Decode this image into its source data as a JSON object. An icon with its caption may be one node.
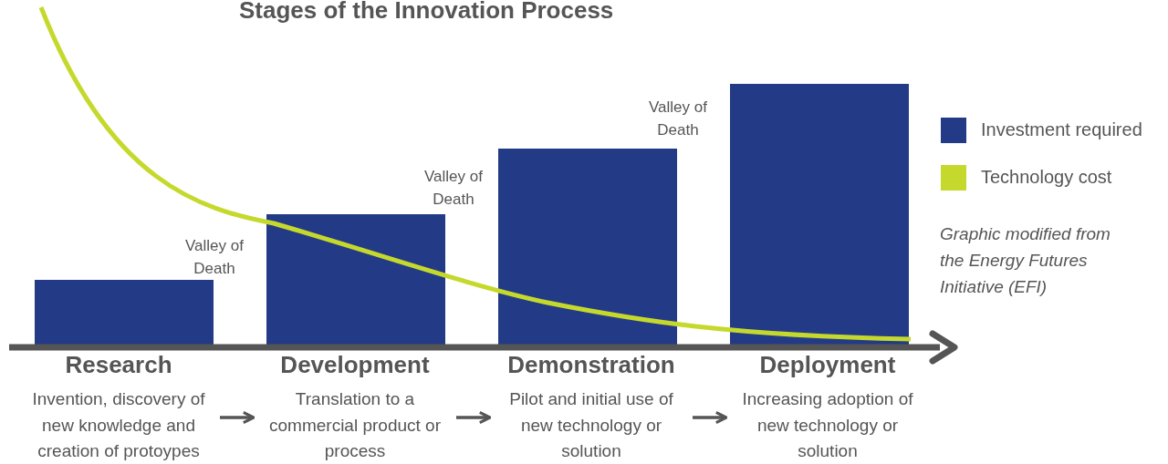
{
  "diagram": {
    "title": "Stages of the Innovation Process",
    "nodes": [
      {
        "text": [
          "Research",
          "Invention, discovery of new knowledge and creation of protoypes"
        ]
      },
      {
        "text": [
          "Development",
          "Translation to a commercial product or process"
        ]
      },
      {
        "text": [
          "Demonstration",
          "Pilot and initial use of new technology or solution"
        ]
      },
      {
        "text": [
          "Deployment",
          "Increasing adoption of new technology or solution"
        ]
      }
    ],
    "edges": [
      {
        "from": 0,
        "to": 1,
        "arrow": "to"
      },
      {
        "from": 1,
        "to": 2,
        "arrow": "to"
      },
      {
        "from": 2,
        "to": 3,
        "arrow": "to"
      }
    ],
    "labels": [
      "Valley of Death",
      "Valley of Death",
      "Valley of Death",
      "Graphic modified from the Energy Futures Initiative (EFI)"
    ],
    "legend": [
      {
        "text": "Investment required",
        "color": "#233b87"
      },
      {
        "text": "Technology cost",
        "color": "#c5d92d"
      }
    ]
  }
}
